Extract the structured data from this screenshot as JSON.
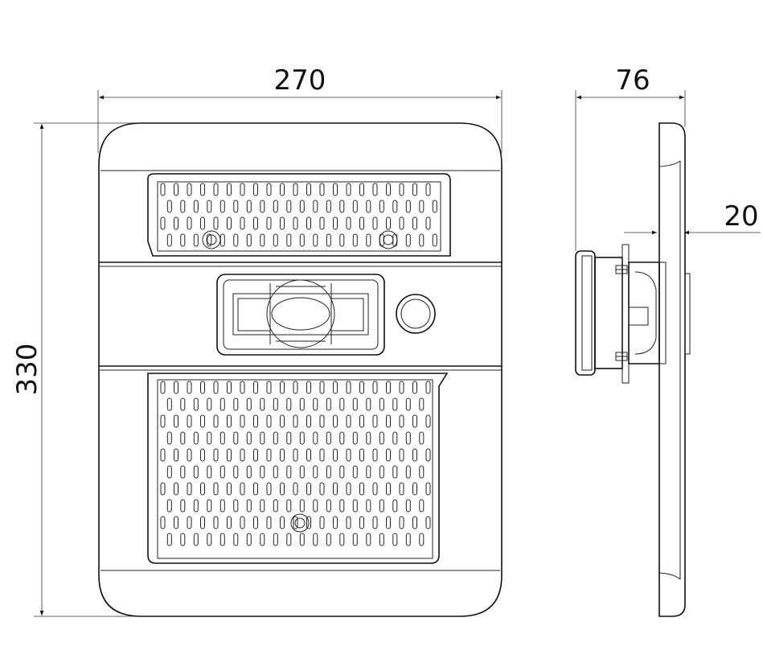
{
  "dimensions": {
    "width": "270",
    "height": "330",
    "depth": "76",
    "offset": "20"
  },
  "colors": {
    "line": "#111111",
    "background": "#ffffff"
  }
}
